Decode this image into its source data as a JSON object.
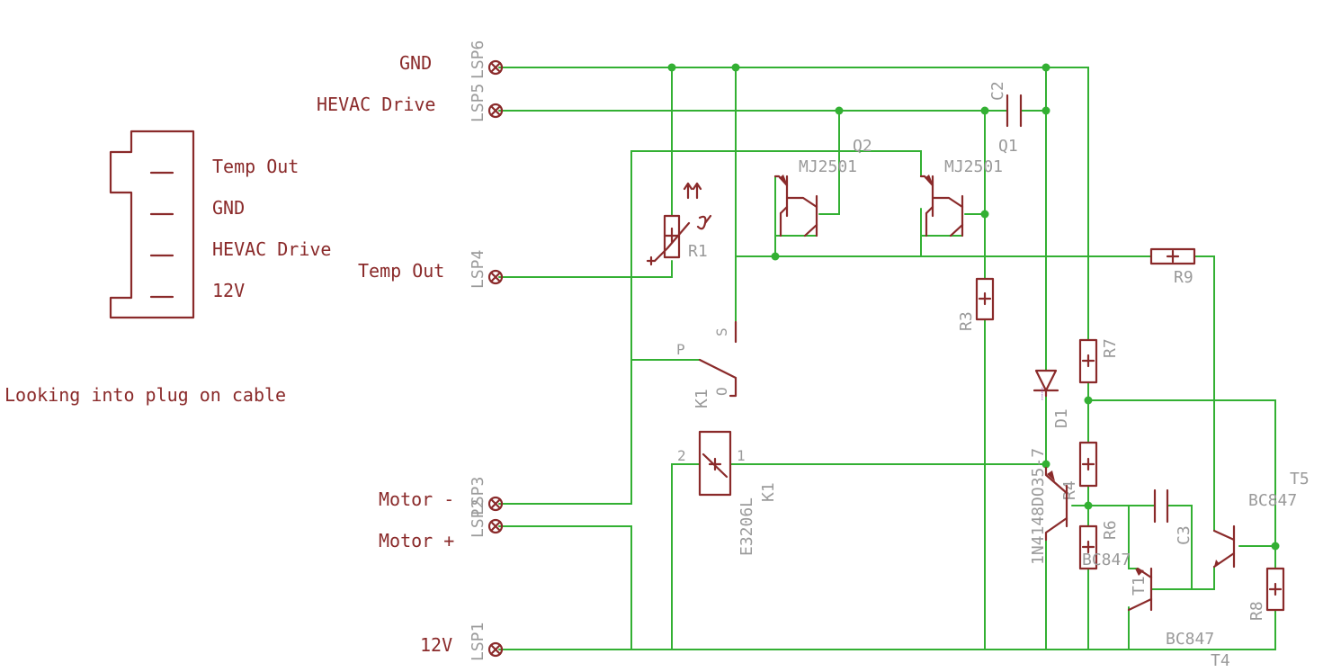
{
  "nets": {
    "gnd": "GND",
    "hevac_drive": "HEVAC Drive",
    "temp_out": "Temp Out",
    "motor_minus": "Motor -",
    "motor_plus": "Motor +",
    "v12": "12V"
  },
  "connectors": {
    "lsp6": "LSP6",
    "lsp5": "LSP5",
    "lsp4": "LSP4",
    "lsp3": "LSP3",
    "lsp2": "LSP2",
    "lsp1": "LSP1"
  },
  "plug_diagram": {
    "pins": [
      "Temp Out",
      "GND",
      "HEVAC Drive",
      "12V"
    ],
    "note": "Looking into plug on cable"
  },
  "parts": {
    "q1": {
      "ref": "Q1",
      "value": "MJ2501"
    },
    "q2": {
      "ref": "Q2",
      "value": "MJ2501"
    },
    "c2": {
      "ref": "C2"
    },
    "c3": {
      "ref": "C3"
    },
    "r1": {
      "ref": "R1"
    },
    "r3": {
      "ref": "R3"
    },
    "r4": {
      "ref": "R4"
    },
    "r6": {
      "ref": "R6"
    },
    "r7": {
      "ref": "R7"
    },
    "r8": {
      "ref": "R8"
    },
    "r9": {
      "ref": "R9"
    },
    "d1": {
      "ref": "D1",
      "value": "1N4148DO35-7"
    },
    "k1": {
      "ref": "K1",
      "value": "E3206L",
      "pin_p": "P",
      "pin_s": "S",
      "pin_o": "O",
      "pin_1": "1",
      "pin_2": "2"
    },
    "t1": {
      "ref": "T1",
      "value": "BC847"
    },
    "t4": {
      "ref": "T4",
      "value": "BC847"
    },
    "t5": {
      "ref": "T5",
      "value": "BC847"
    }
  },
  "colors": {
    "wire": "#33b033",
    "symbol": "#8a2a2a",
    "reference": "#9a9a9a"
  }
}
